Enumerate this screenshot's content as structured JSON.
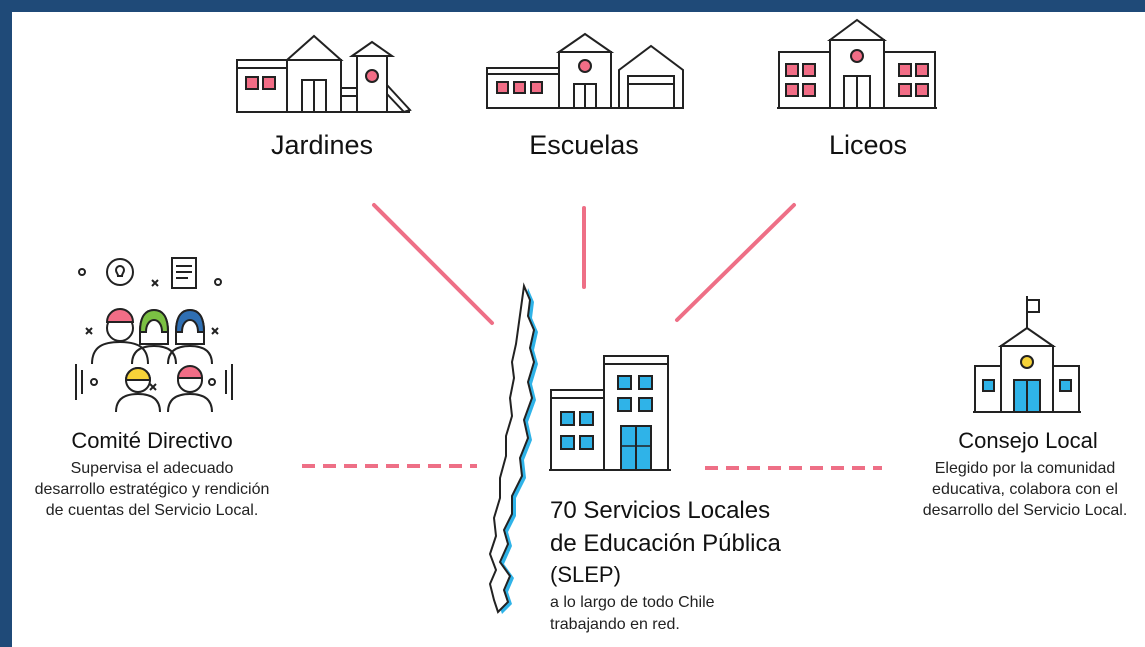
{
  "top_items": [
    {
      "label": "Jardines",
      "icon": "kindergarten-icon"
    },
    {
      "label": "Escuelas",
      "icon": "school-icon"
    },
    {
      "label": "Liceos",
      "icon": "high-school-icon"
    }
  ],
  "left_node": {
    "title": "Comité Directivo",
    "lines": [
      "Supervisa el adecuado",
      "desarrollo estratégico y rendición",
      "de cuentas del Servicio Local."
    ],
    "icon": "committee-people-icon"
  },
  "right_node": {
    "title": "Consejo Local",
    "lines": [
      "Elegido por la comunidad",
      "educativa, colabora con el",
      "desarrollo del Servicio Local."
    ],
    "icon": "council-building-icon"
  },
  "center_node": {
    "title_lines": [
      "70 Servicios Locales",
      "de Educación Pública"
    ],
    "subtitle": "(SLEP)",
    "desc_lines": [
      "a lo largo de todo Chile",
      "trabajando en red."
    ],
    "icon": "slep-building-icon",
    "map_icon": "chile-map-icon"
  },
  "colors": {
    "frame": "#1f4a78",
    "connector": "#ee6f86",
    "pink": "#f26d86",
    "blue": "#2fb3e8",
    "green": "#7bc043",
    "yellow": "#f6d339",
    "line": "#222222"
  }
}
